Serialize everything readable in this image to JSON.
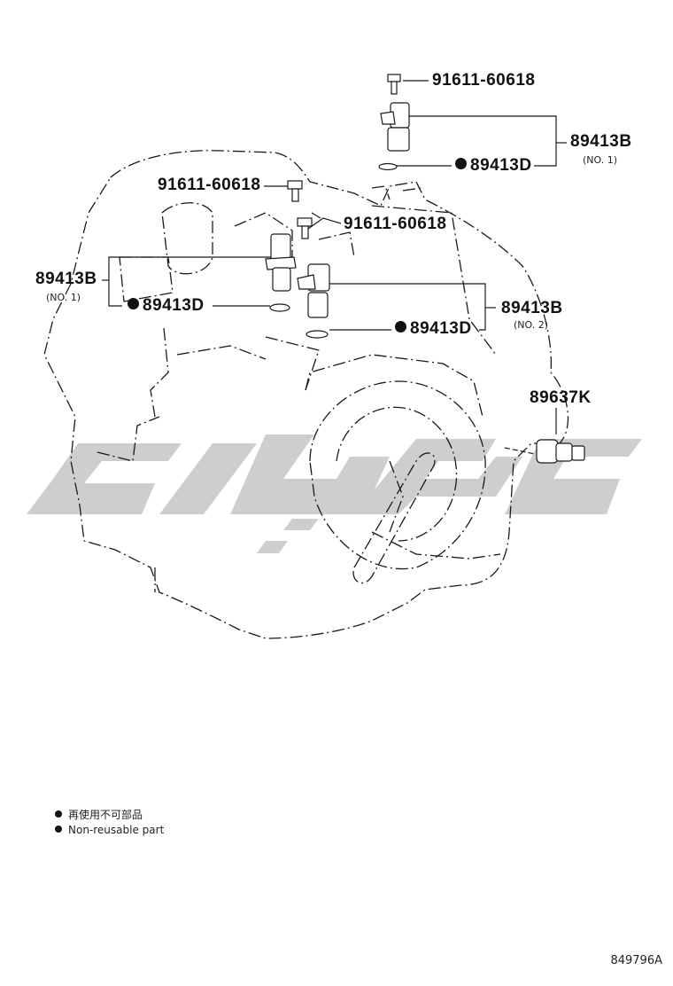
{
  "labels": {
    "bolt_top": "91611-60618",
    "bolt_left": "91611-60618",
    "bolt_mid": "91611-60618",
    "sensor_top": "89413B",
    "sensor_top_no": "(NO. 1)",
    "oring_top": "89413D",
    "sensor_left": "89413B",
    "sensor_left_no": "(NO. 1)",
    "oring_left": "89413D",
    "sensor_right": "89413B",
    "sensor_right_no": "(NO. 2)",
    "oring_right": "89413D",
    "switch": "89637K"
  },
  "legend": {
    "line1": "再使用不可部品",
    "line2": "Non-reusable part"
  },
  "illustration_code": "849796A",
  "colors": {
    "line": "#1a1a1a",
    "watermark": "#c9c9c9"
  }
}
